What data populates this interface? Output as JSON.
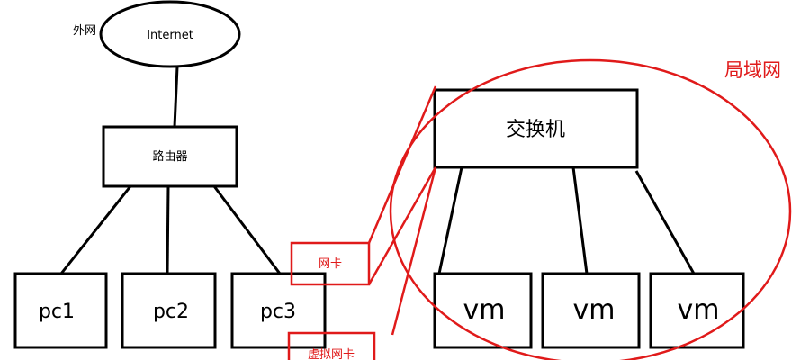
{
  "internet": {
    "label": "Internet"
  },
  "outer_net_label": "外网",
  "router": {
    "label": "路由器"
  },
  "pcs": [
    {
      "label": "pc1"
    },
    {
      "label": "pc2"
    },
    {
      "label": "pc3"
    }
  ],
  "nic_label": "网卡",
  "virtual_nic_label": "虚拟网卡",
  "switch": {
    "label": "交换机"
  },
  "vms": [
    {
      "label": "vm"
    },
    {
      "label": "vm"
    },
    {
      "label": "vm"
    }
  ],
  "lan_label": "局域网",
  "colors": {
    "annotation": "#e01a1a",
    "ink": "#000000"
  }
}
